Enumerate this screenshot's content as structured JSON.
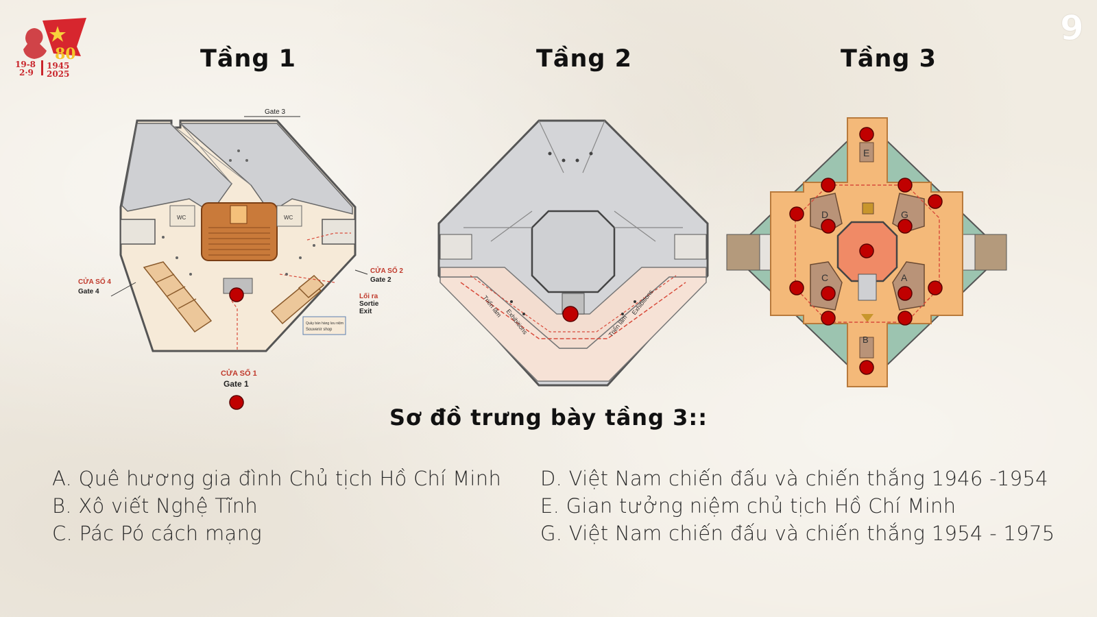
{
  "logo": {
    "dates_left": "19-8 2·9",
    "dates_right": "1945 2025",
    "number": "80"
  },
  "corner_badge": "9",
  "floors": [
    {
      "title": "Tầng 1"
    },
    {
      "title": "Tầng 2"
    },
    {
      "title": "Tầng 3"
    }
  ],
  "floor1_labels": {
    "gate3": "Gate 3",
    "gate4_vi": "CỬA SỐ 4",
    "gate4_en": "Gate 4",
    "gate2_vi": "CỬA SỐ 2",
    "gate2_en": "Gate 2",
    "exit_vi": "Lối ra",
    "exit_fr": "Sortie",
    "exit_en": "Exit",
    "gate1_vi": "CỬA SỐ 1",
    "gate1_en": "Gate 1",
    "shop_vi": "Quầy bán hàng lưu niệm",
    "shop_en": "Souvenir shop",
    "wc": "WC"
  },
  "floor2_labels": {
    "exhibit_vi": "Triển lãm",
    "exhibit_en": "Exhibitions"
  },
  "floor3_labels": [
    "A",
    "B",
    "C",
    "D",
    "E",
    "G"
  ],
  "section_title": "Sơ đồ trưng bày tầng 3::",
  "legend": {
    "left": [
      "A. Quê hương gia đình Chủ tịch Hồ Chí Minh",
      "B. Xô viết Nghệ Tĩnh",
      "C. Pác Pó cách mạng"
    ],
    "right": [
      "D. Việt Nam chiến đấu và chiến thắng 1946 -1954",
      "E. Gian tưởng niệm chủ tịch Hồ Chí Minh",
      "G. Việt Nam chiến đấu và chiến thắng 1954 - 1975"
    ]
  },
  "colors": {
    "marker": "#c00000",
    "wall": "#7a7a7a",
    "floor3_orange": "#f4b979",
    "floor3_green": "#9cc4b0",
    "route": "#d84a3a"
  }
}
